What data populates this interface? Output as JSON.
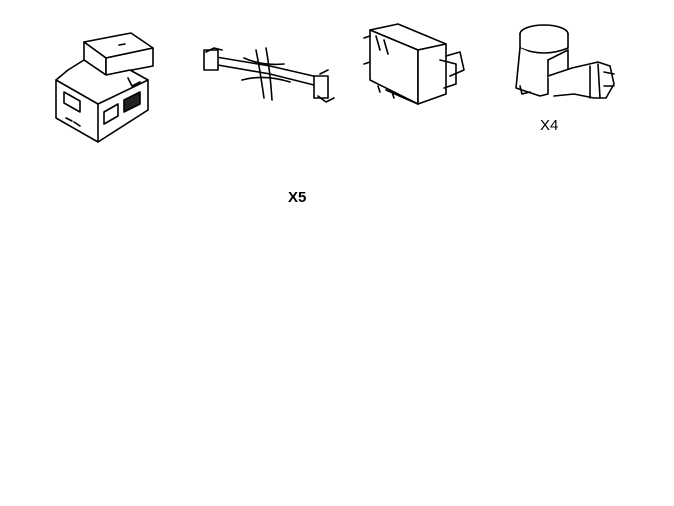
{
  "figure": {
    "parts": [
      {
        "id": "switch-module",
        "icon": "switch-module-icon"
      },
      {
        "id": "mounting-bracket",
        "icon": "bracket-icon"
      },
      {
        "id": "control-unit",
        "icon": "control-unit-icon"
      },
      {
        "id": "parking-sensor",
        "icon": "sensor-icon",
        "quantity_label": "X4"
      },
      {
        "id": "cable-tie",
        "icon": "cable-tie-icon",
        "quantity_label": "X5"
      },
      {
        "id": "adhesive-strip",
        "icon": "adhesive-strip-icon"
      },
      {
        "id": "sensor-harness",
        "icon": "harness-icon"
      },
      {
        "id": "main-wiring-harness",
        "icon": "wiring-harness-icon"
      },
      {
        "id": "hole-saw-tool",
        "icon": "hole-saw-icon"
      }
    ]
  },
  "colors": {
    "line": "#000000",
    "fill": "#ffffff",
    "shade": "#222222"
  }
}
